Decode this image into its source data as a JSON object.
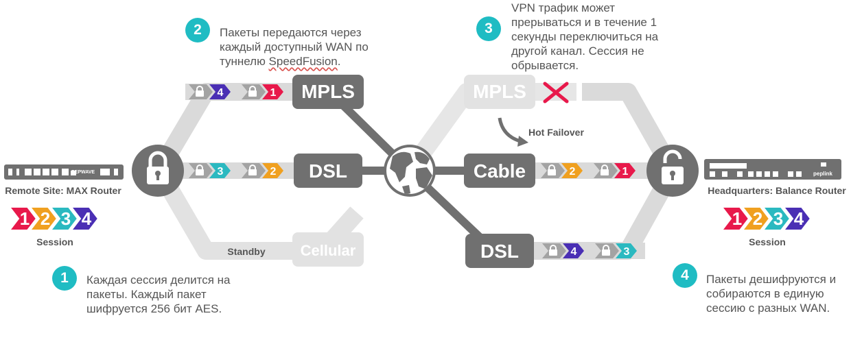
{
  "colors": {
    "accent": "#1fbcc3",
    "dark": "#707070",
    "light": "#dadada",
    "medium": "#a3a3a3",
    "red": "#e8194b",
    "purple": "#4a2fb4",
    "orange": "#f0a020",
    "teal": "#2bb9c0",
    "x": "#e8194b"
  },
  "nodes": {
    "mpls_top": "MPLS",
    "dsl_mid": "DSL",
    "cellular": "Cellular",
    "mpls_failed": "MPLS",
    "cable": "Cable",
    "dsl_low": "DSL"
  },
  "labels": {
    "standby": "Standby",
    "hot_failover": "Hot Failover",
    "remote_site": "Remote Site: MAX Router",
    "headquarters": "Headquarters: Balance Router",
    "session_left": "Session",
    "session_right": "Session",
    "pepwave": "PEPWAVE",
    "peplink": "peplink"
  },
  "packets": {
    "mpls_top": [
      "4",
      "1"
    ],
    "dsl_mid": [
      "3",
      "2"
    ],
    "cable": [
      "2",
      "1"
    ],
    "dsl_low": [
      "4",
      "3"
    ]
  },
  "session_numbers": [
    "1",
    "2",
    "3",
    "4"
  ],
  "steps": {
    "s1": {
      "num": "1",
      "text": "Каждая сессия делится на пакеты. Каждый пакет шифруется 256 бит AES."
    },
    "s2": {
      "num": "2",
      "line1": "Пакеты передаются через",
      "line2": "каждый доступный WAN по",
      "line3a": "туннелю ",
      "line3b": "SpeedFusion",
      "line3c": "."
    },
    "s3": {
      "num": "3",
      "text": "VPN трафик может прерываться и в течение 1 секунды переключиться на другой канал. Сессия не обрывается."
    },
    "s4": {
      "num": "4",
      "text": "Пакеты дешифруются и собираются в единую сессию с разных WAN."
    }
  }
}
